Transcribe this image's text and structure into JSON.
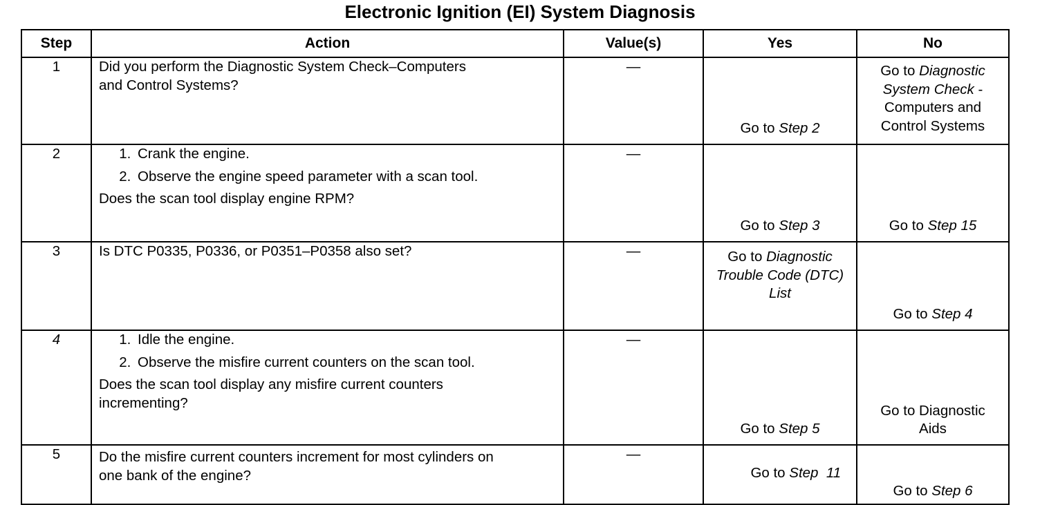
{
  "title": "Electronic Ignition (EI) System Diagnosis",
  "headers": {
    "step": "Step",
    "action": "Action",
    "values": "Value(s)",
    "yes": "Yes",
    "no": "No"
  },
  "rows": [
    {
      "step": "1",
      "action": {
        "question": "Did you perform the Diagnostic System Check–Computers and Control Systems?"
      },
      "value": "—",
      "yes": {
        "prefix": "Go to ",
        "ref": "Step 2"
      },
      "no": {
        "prefix": "Go to ",
        "ref": "Diagnostic System Check",
        "suffix": " - Computers and Control Systems"
      }
    },
    {
      "step": "2",
      "action": {
        "steps": [
          "Crank the engine.",
          "Observe the engine speed parameter with a scan tool."
        ],
        "question": "Does the scan tool display engine RPM?"
      },
      "value": "—",
      "yes": {
        "prefix": "Go to ",
        "ref": "Step 3"
      },
      "no": {
        "prefix": "Go to ",
        "ref": "Step 15"
      }
    },
    {
      "step": "3",
      "action": {
        "question": "Is DTC P0335, P0336, or P0351–P0358 also set?"
      },
      "value": "—",
      "yes": {
        "prefix": "Go to ",
        "ref": "Diagnostic Trouble Code (DTC) List"
      },
      "no": {
        "prefix": "Go to ",
        "ref": "Step 4"
      }
    },
    {
      "step": "4",
      "action": {
        "steps": [
          "Idle the engine.",
          "Observe the misfire current counters on the scan tool."
        ],
        "question": "Does the scan tool display any misfire current counters incrementing?"
      },
      "value": "—",
      "yes": {
        "prefix": "Go to ",
        "ref": "Step 5"
      },
      "no": {
        "text": "Go to Diagnostic Aids"
      }
    },
    {
      "step": "5",
      "action": {
        "question": "Do the misfire current counters increment for most cylinders on one bank of the engine?"
      },
      "value": "—",
      "yes": {
        "prefix": "Go to ",
        "ref": "Step  11"
      },
      "no": {
        "prefix": "Go to ",
        "ref": "Step 6"
      }
    }
  ]
}
